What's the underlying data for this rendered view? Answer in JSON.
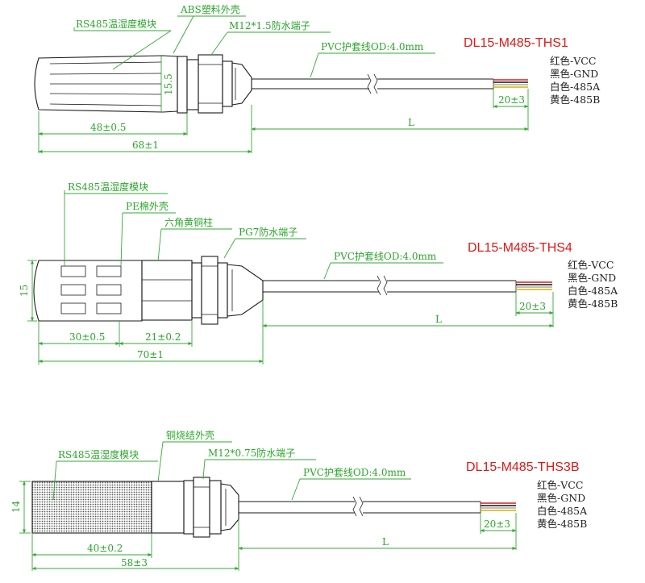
{
  "products": [
    {
      "model": "DL15-M485-THS1",
      "labels": {
        "module": "RS485温湿度模块",
        "shell": "ABS塑料外壳",
        "terminal": "M12*1.5防水端子",
        "cable": "PVC护套线OD:4.0mm"
      },
      "dims": {
        "height": "15.5",
        "body": "48±0.5",
        "total": "68±1",
        "length": "L",
        "strip": "20±3"
      },
      "wires": [
        "红色-VCC",
        "黑色-GND",
        "白色-485A",
        "黄色-485B"
      ]
    },
    {
      "model": "DL15-M485-THS4",
      "labels": {
        "module": "RS485温湿度模块",
        "shell": "PE棉外壳",
        "column": "六角黄铜柱",
        "terminal": "PG7防水端子",
        "cable": "PVC护套线OD:4.0mm"
      },
      "dims": {
        "height": "15",
        "body": "30±0.5",
        "post": "21±0.2",
        "total": "70±1",
        "length": "L",
        "strip": "20±3"
      },
      "wires": [
        "红色-VCC",
        "黑色-GND",
        "白色-485A",
        "黄色-485B"
      ]
    },
    {
      "model": "DL15-M485-THS3B",
      "labels": {
        "module": "RS485温湿度模块",
        "shell": "铜烧结外壳",
        "terminal": "M12*0.75防水端子",
        "cable": "PVC护套线OD:4.0mm"
      },
      "dims": {
        "height": "14",
        "body": "40±0.2",
        "total": "58±3",
        "length": "L",
        "strip": "20±3"
      },
      "wires": [
        "红色-VCC",
        "黑色-GND",
        "白色-485A",
        "黄色-485B"
      ]
    }
  ]
}
